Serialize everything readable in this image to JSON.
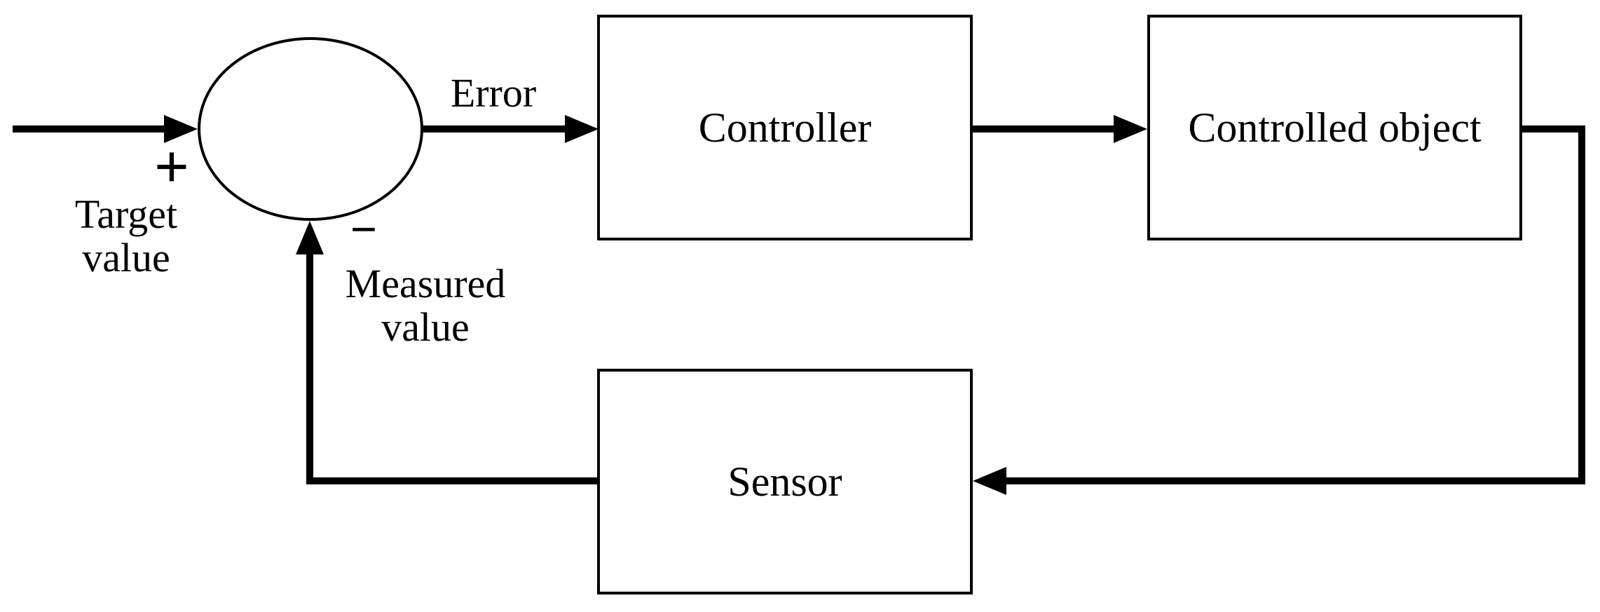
{
  "colors": {
    "ink": "#000000",
    "background": "#ffffff"
  },
  "summing_junction": {
    "plus": "+",
    "minus": "−"
  },
  "labels": {
    "target": {
      "line1": "Target",
      "line2": "value"
    },
    "error": "Error",
    "measured": {
      "line1": "Measured",
      "line2": "value"
    }
  },
  "blocks": {
    "controller": {
      "label": "Controller"
    },
    "controlled_object": {
      "line1": "Controlled",
      "line2": "object"
    },
    "sensor": {
      "label": "Sensor"
    }
  }
}
